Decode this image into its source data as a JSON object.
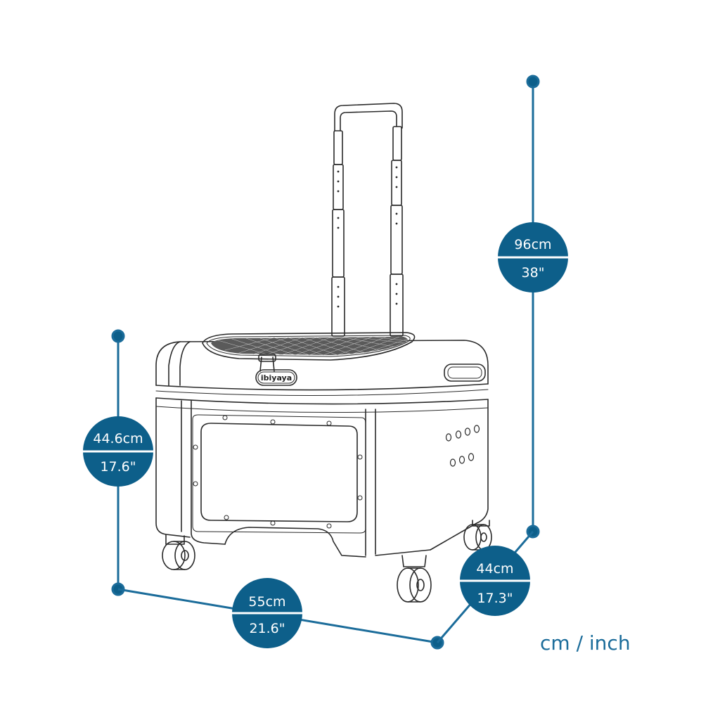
{
  "accent_color": "#0d5f8a",
  "line_color": "#2a2a2a",
  "product": {
    "logo_text": "ibiyaya"
  },
  "dimensions": {
    "total_height": {
      "metric": "96cm",
      "imperial": "38\""
    },
    "body_height": {
      "metric": "44.6cm",
      "imperial": "17.6\""
    },
    "width": {
      "metric": "55cm",
      "imperial": "21.6\""
    },
    "depth": {
      "metric": "44cm",
      "imperial": "17.3\""
    }
  },
  "legend": {
    "units": "cm / inch"
  }
}
